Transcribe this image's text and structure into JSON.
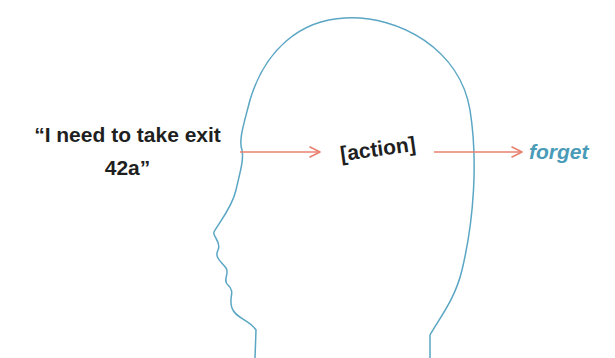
{
  "diagram": {
    "labels": [
      "“I need to take exit 42a”",
      "[action]",
      "forget"
    ]
  }
}
